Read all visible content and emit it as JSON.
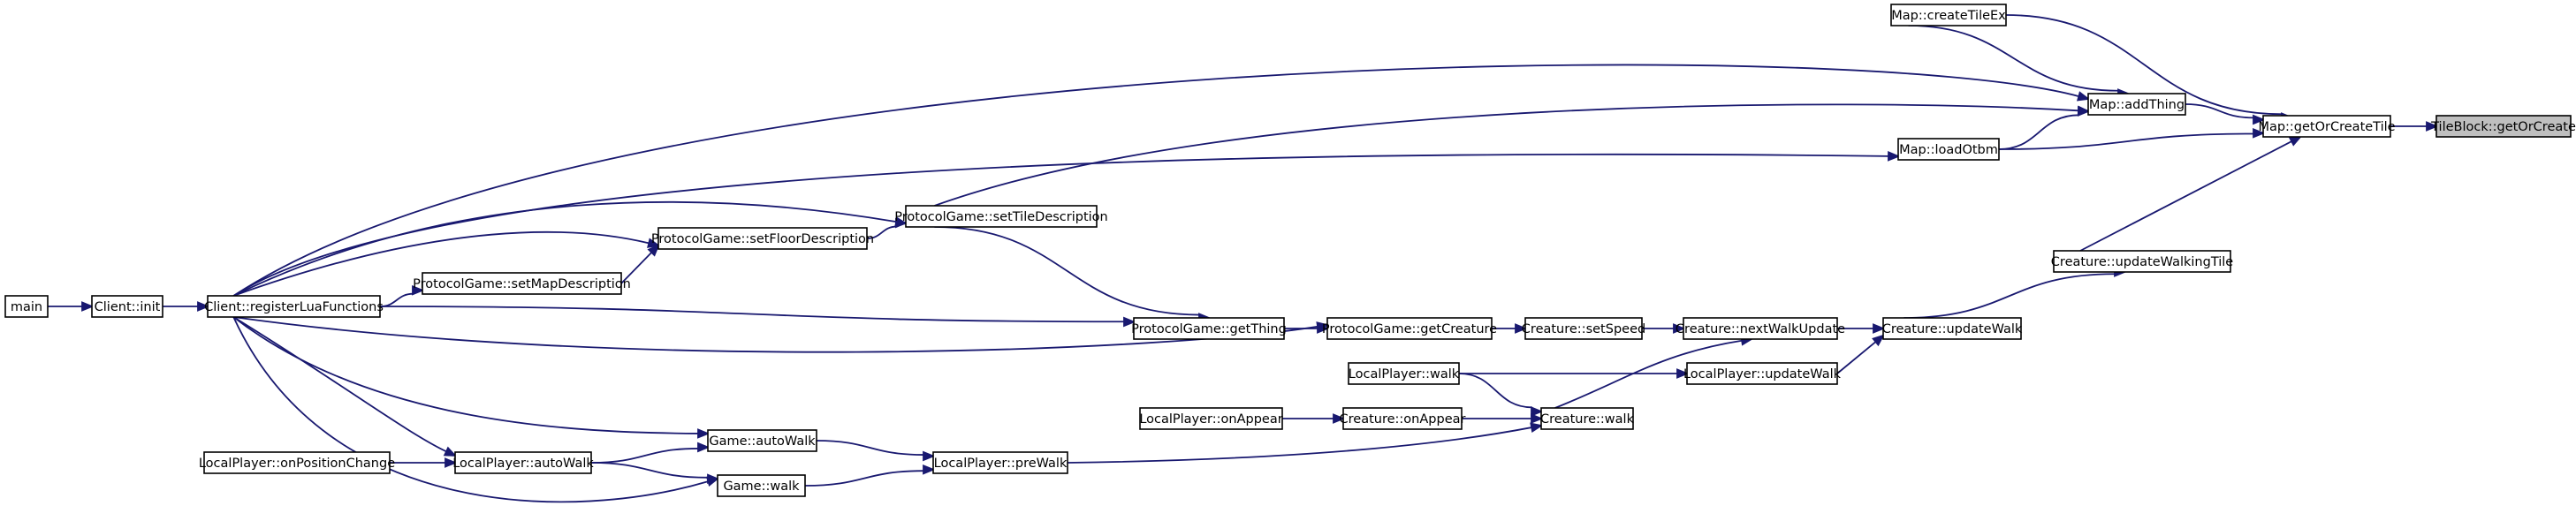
{
  "graph": {
    "node_fill": "#ffffff",
    "highlight_fill": "#bfbfbf",
    "edge_color": "#191970",
    "nodes": [
      {
        "id": "main",
        "label": "main"
      },
      {
        "id": "client_init",
        "label": "Client::init"
      },
      {
        "id": "register_lua",
        "label": "Client::registerLuaFunctions"
      },
      {
        "id": "lp_onposchange",
        "label": "LocalPlayer::onPositionChange"
      },
      {
        "id": "pg_setmapdesc",
        "label": "ProtocolGame::setMapDescription"
      },
      {
        "id": "pg_setfloordesc",
        "label": "ProtocolGame::setFloorDescription"
      },
      {
        "id": "lp_autowalk",
        "label": "LocalPlayer::autoWalk"
      },
      {
        "id": "game_autowalk",
        "label": "Game::autoWalk"
      },
      {
        "id": "game_walk",
        "label": "Game::walk"
      },
      {
        "id": "pg_settiledesc",
        "label": "ProtocolGame::setTileDescription"
      },
      {
        "id": "lp_prewalk",
        "label": "LocalPlayer::preWalk"
      },
      {
        "id": "pg_getthing",
        "label": "ProtocolGame::getThing"
      },
      {
        "id": "lp_onappear",
        "label": "LocalPlayer::onAppear"
      },
      {
        "id": "pg_getcreature",
        "label": "ProtocolGame::getCreature"
      },
      {
        "id": "cr_onappear",
        "label": "Creature::onAppear"
      },
      {
        "id": "lp_walk",
        "label": "LocalPlayer::walk"
      },
      {
        "id": "cr_setspeed",
        "label": "Creature::setSpeed"
      },
      {
        "id": "cr_walk",
        "label": "Creature::walk"
      },
      {
        "id": "cr_nextwalkupdate",
        "label": "Creature::nextWalkUpdate"
      },
      {
        "id": "lp_updatewalk",
        "label": "LocalPlayer::updateWalk"
      },
      {
        "id": "cr_updatewalk",
        "label": "Creature::updateWalk"
      },
      {
        "id": "map_createtileex",
        "label": "Map::createTileEx"
      },
      {
        "id": "map_loadotbm",
        "label": "Map::loadOtbm"
      },
      {
        "id": "cr_updatewalkingtile",
        "label": "Creature::updateWalkingTile"
      },
      {
        "id": "map_addthing",
        "label": "Map::addThing"
      },
      {
        "id": "map_getorcreatetile",
        "label": "Map::getOrCreateTile"
      },
      {
        "id": "tileblock_getorcreate",
        "label": "TileBlock::getOrCreate",
        "highlight": true
      }
    ],
    "edges": [
      {
        "from": "main",
        "to": "client_init"
      },
      {
        "from": "client_init",
        "to": "register_lua"
      },
      {
        "from": "register_lua",
        "to": "map_addthing"
      },
      {
        "from": "register_lua",
        "to": "map_loadotbm"
      },
      {
        "from": "register_lua",
        "to": "pg_settiledesc"
      },
      {
        "from": "register_lua",
        "to": "pg_setfloordesc"
      },
      {
        "from": "register_lua",
        "to": "pg_setmapdesc"
      },
      {
        "from": "register_lua",
        "to": "pg_getthing"
      },
      {
        "from": "register_lua",
        "to": "pg_getcreature"
      },
      {
        "from": "register_lua",
        "to": "lp_autowalk"
      },
      {
        "from": "register_lua",
        "to": "game_autowalk"
      },
      {
        "from": "register_lua",
        "to": "game_walk"
      },
      {
        "from": "pg_setmapdesc",
        "to": "pg_setfloordesc"
      },
      {
        "from": "pg_setfloordesc",
        "to": "pg_settiledesc"
      },
      {
        "from": "pg_settiledesc",
        "to": "pg_getthing"
      },
      {
        "from": "pg_settiledesc",
        "to": "map_addthing"
      },
      {
        "from": "pg_getthing",
        "to": "pg_getcreature"
      },
      {
        "from": "pg_getcreature",
        "to": "cr_setspeed"
      },
      {
        "from": "cr_setspeed",
        "to": "cr_nextwalkupdate"
      },
      {
        "from": "cr_nextwalkupdate",
        "to": "cr_updatewalk"
      },
      {
        "from": "cr_walk",
        "to": "cr_nextwalkupdate"
      },
      {
        "from": "lp_updatewalk",
        "to": "cr_updatewalk"
      },
      {
        "from": "lp_walk",
        "to": "lp_updatewalk"
      },
      {
        "from": "lp_walk",
        "to": "cr_walk"
      },
      {
        "from": "lp_onappear",
        "to": "cr_onappear"
      },
      {
        "from": "cr_onappear",
        "to": "cr_walk"
      },
      {
        "from": "lp_onposchange",
        "to": "lp_autowalk"
      },
      {
        "from": "lp_autowalk",
        "to": "game_autowalk"
      },
      {
        "from": "lp_autowalk",
        "to": "game_walk"
      },
      {
        "from": "game_autowalk",
        "to": "lp_prewalk"
      },
      {
        "from": "game_walk",
        "to": "lp_prewalk"
      },
      {
        "from": "lp_prewalk",
        "to": "cr_walk"
      },
      {
        "from": "cr_updatewalk",
        "to": "cr_updatewalkingtile"
      },
      {
        "from": "cr_updatewalkingtile",
        "to": "map_getorcreatetile"
      },
      {
        "from": "map_createtileex",
        "to": "map_addthing"
      },
      {
        "from": "map_createtileex",
        "to": "map_getorcreatetile"
      },
      {
        "from": "map_loadotbm",
        "to": "map_addthing"
      },
      {
        "from": "map_loadotbm",
        "to": "map_getorcreatetile"
      },
      {
        "from": "map_addthing",
        "to": "map_getorcreatetile"
      },
      {
        "from": "map_getorcreatetile",
        "to": "tileblock_getorcreate"
      }
    ]
  }
}
